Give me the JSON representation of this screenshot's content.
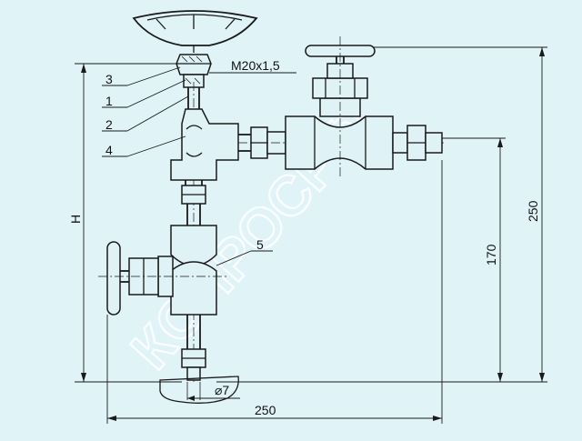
{
  "diagram": {
    "watermark": "КОНРОСРФ",
    "callouts": [
      {
        "id": "3",
        "label": "3"
      },
      {
        "id": "1",
        "label": "1"
      },
      {
        "id": "2",
        "label": "2"
      },
      {
        "id": "4",
        "label": "4"
      },
      {
        "id": "5",
        "label": "5"
      }
    ],
    "thread_label": "M20x1,5",
    "dimensions": {
      "height": "H",
      "vertical_170": "170",
      "vertical_250": "250",
      "horizontal_250": "250",
      "diameter": "⌀7"
    }
  }
}
